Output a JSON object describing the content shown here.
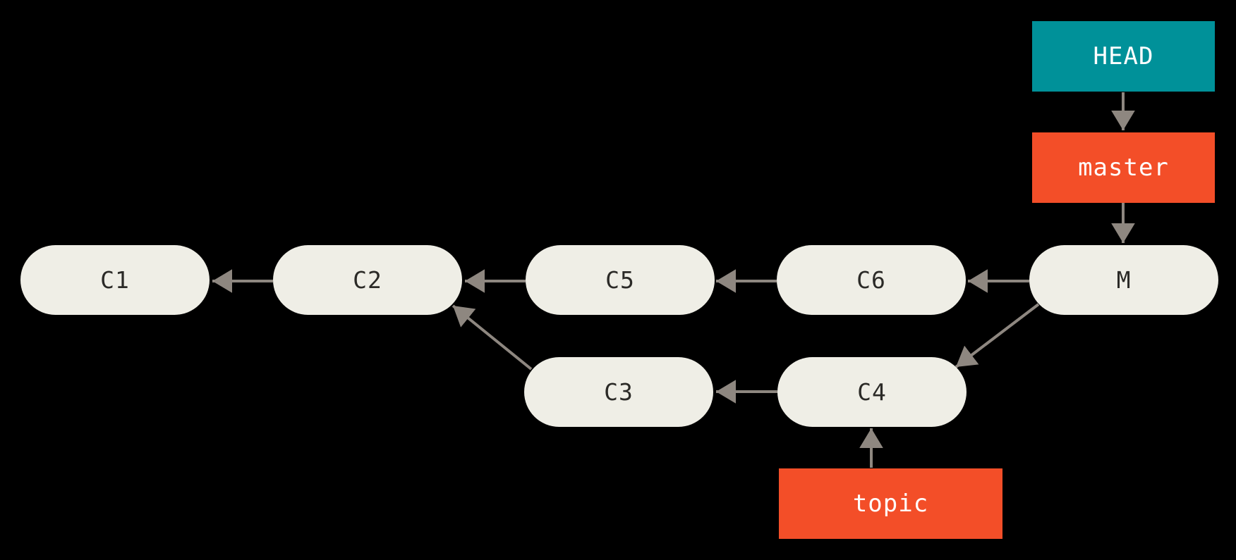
{
  "graph": {
    "commits": [
      {
        "id": "C1",
        "label": "C1",
        "parents": []
      },
      {
        "id": "C2",
        "label": "C2",
        "parents": [
          "C1"
        ]
      },
      {
        "id": "C5",
        "label": "C5",
        "parents": [
          "C2"
        ]
      },
      {
        "id": "C6",
        "label": "C6",
        "parents": [
          "C5"
        ]
      },
      {
        "id": "M",
        "label": "M",
        "parents": [
          "C6",
          "C4"
        ]
      },
      {
        "id": "C3",
        "label": "C3",
        "parents": [
          "C2"
        ]
      },
      {
        "id": "C4",
        "label": "C4",
        "parents": [
          "C3"
        ]
      }
    ],
    "refs": [
      {
        "id": "HEAD",
        "label": "HEAD",
        "points_to": "master",
        "color": "#009199"
      },
      {
        "id": "master",
        "label": "master",
        "points_to": "M",
        "color": "#F34E28"
      },
      {
        "id": "topic",
        "label": "topic",
        "points_to": "C4",
        "color": "#F34E28"
      }
    ],
    "edges": [
      {
        "from": "HEAD",
        "to": "master"
      },
      {
        "from": "master",
        "to": "M"
      },
      {
        "from": "M",
        "to": "C6"
      },
      {
        "from": "C6",
        "to": "C5"
      },
      {
        "from": "C5",
        "to": "C2"
      },
      {
        "from": "C2",
        "to": "C1"
      },
      {
        "from": "M",
        "to": "C4"
      },
      {
        "from": "C4",
        "to": "C3"
      },
      {
        "from": "C3",
        "to": "C2"
      },
      {
        "from": "topic",
        "to": "C4"
      }
    ],
    "colors": {
      "background": "#000000",
      "commit_fill": "#EFEEE6",
      "commit_text": "#2B2A27",
      "ref_teal": "#009199",
      "ref_orange": "#F34E28",
      "ref_text": "#FFFFFF",
      "arrow": "#8E8780"
    }
  }
}
